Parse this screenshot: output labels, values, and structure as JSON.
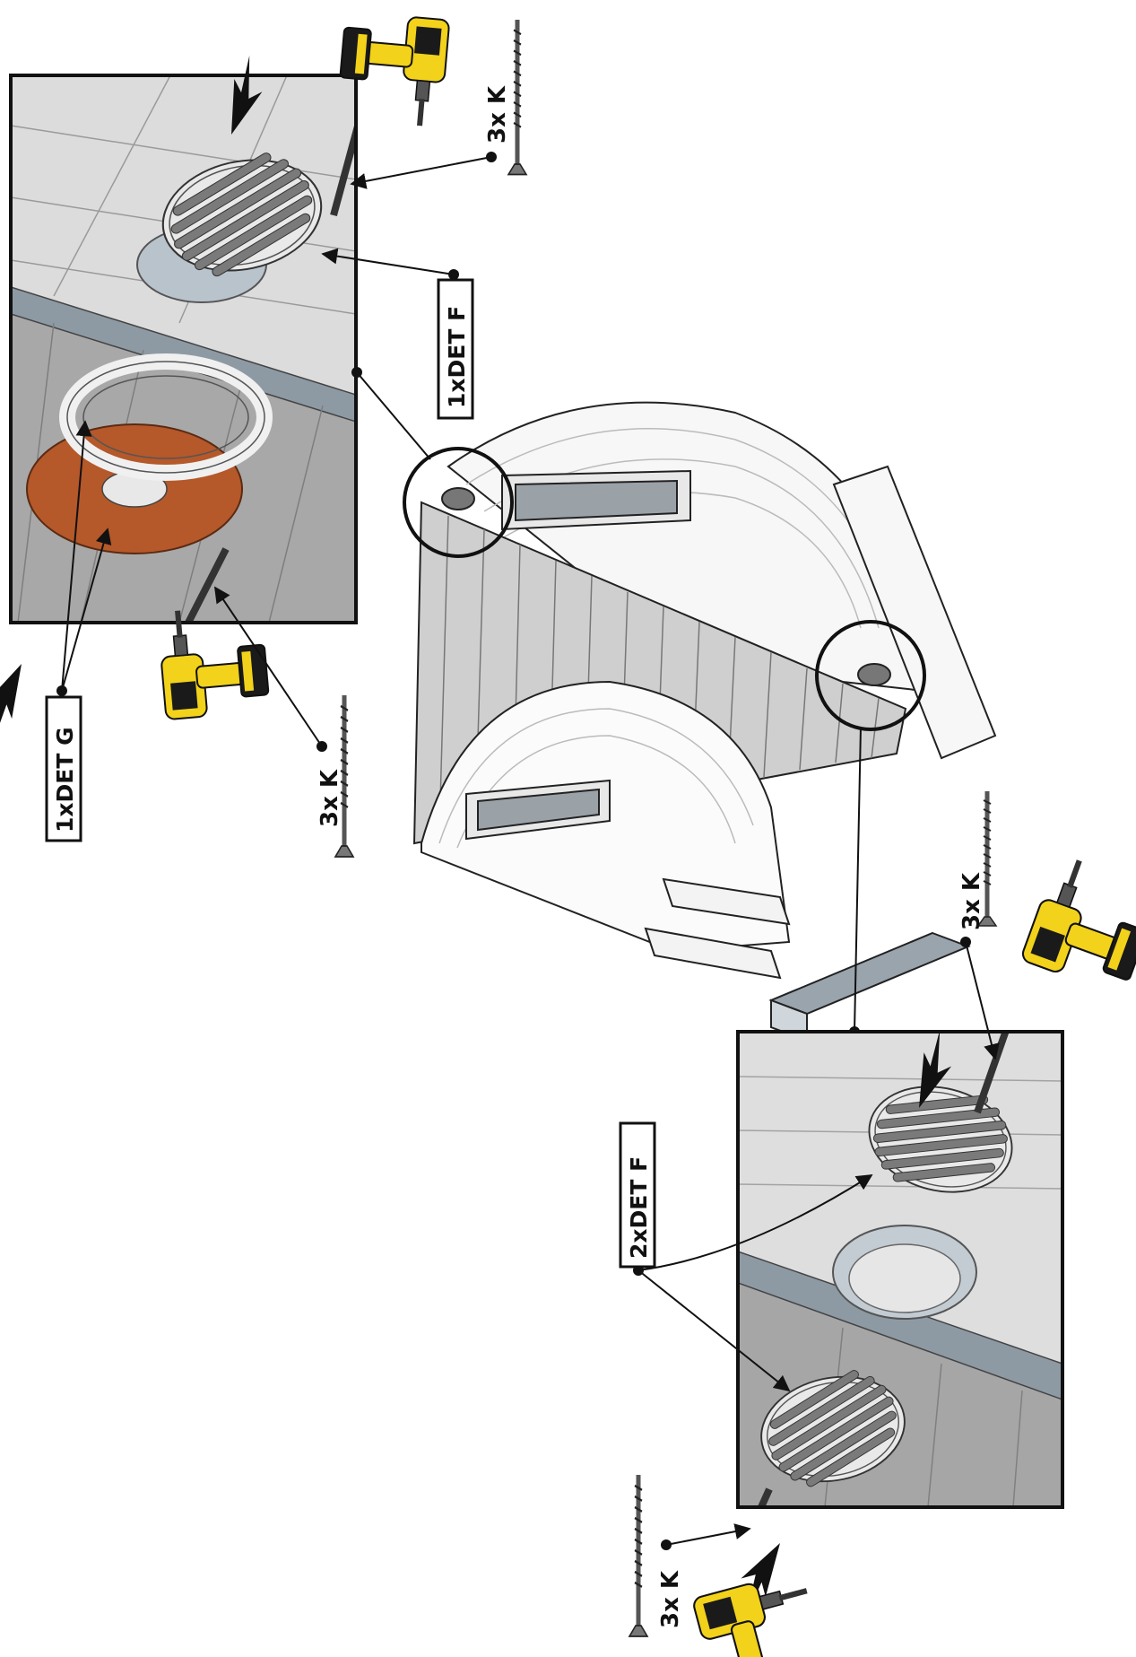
{
  "labels": {
    "det_f_top": "1xDET F",
    "det_g": "1xDET G",
    "screws_top_right": "3x K",
    "screws_top_left": "3x K",
    "det_f_bottom": "2xDET F",
    "screws_bottom_right": "3x K",
    "screws_bottom_left": "3x K"
  },
  "colors": {
    "outline": "#111111",
    "panel_grey": "#d9d9d9",
    "panel_dark": "#9a9a9a",
    "wood_disc": "#b5582a",
    "drill_yellow": "#f2d21b",
    "drill_black": "#1a1a1a"
  },
  "icons": [
    "drill-icon",
    "screw-icon",
    "insert-arrow-icon",
    "vent-grille",
    "vent-ring",
    "wood-disc"
  ]
}
